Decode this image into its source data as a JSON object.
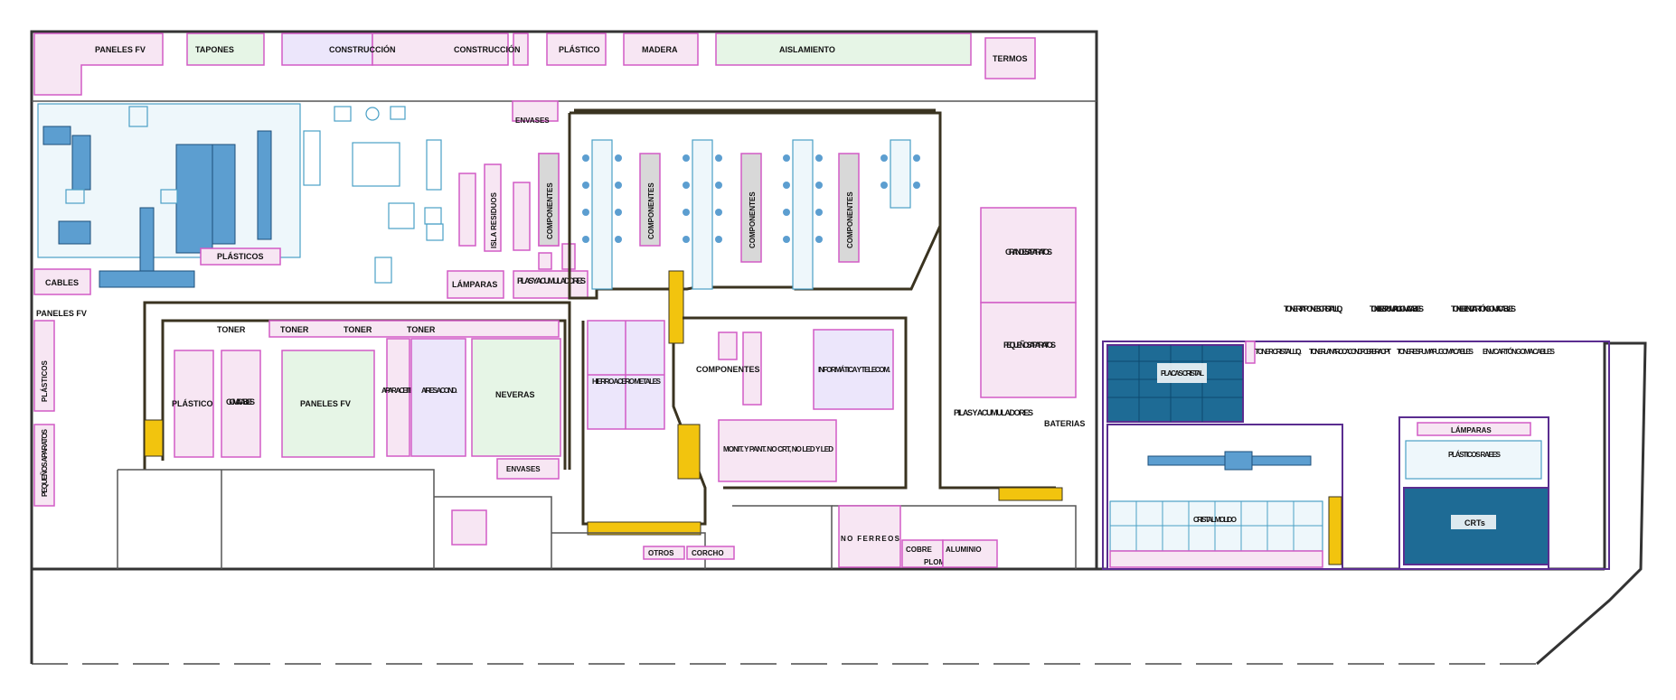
{
  "zones": {
    "top_row": [
      "PANELES FV",
      "TAPONES",
      "CONSTRUCCIÓN",
      "CONSTRUCCIÓN",
      "PLÁSTICO",
      "MADERA",
      "AISLAMIENTO",
      "TERMOS"
    ],
    "envases_top": "ENVASES",
    "plasticos_machine": "PLÁSTICOS",
    "cables": "CABLES",
    "paneles_fv_left": "PANELES FV",
    "plasticos_vertical": "PLÁSTICOS",
    "pequenos_aparatos_vertical": "PEQUEÑOS APARATOS",
    "lamparas": "LÁMPARAS",
    "isla_residuos": "ISLA RESIDUOS",
    "pilas_acumuladores": "PILAS Y ACUMULADORES",
    "componentes": "COMPONENTES",
    "toner": "TONER",
    "plastico": "PLÁSTICO",
    "goma_cables": "GOMA CABLES",
    "paneles_fv_center": "PANELES FV",
    "apar_aceite": "APAR. ACEITE",
    "aires_acond": "AIRES ACOND.",
    "neveras": "NEVERAS",
    "envases_center": "ENVASES",
    "hierro_acero": "HIERRO ACERO METALES",
    "informatica": "INFORMÁTICA Y TELECOM.",
    "monitores": "MONIT. Y PANT. NO CRT, NO LED Y LED",
    "grandes_aparatos": "GRANDES APARATOS",
    "pequenos_aparatos": "PEQUEÑOS APARATOS",
    "pilas_right": "PILAS Y ACUMULADORES",
    "baterias": "BATERIAS",
    "otros": "OTROS",
    "corcho": "CORCHO",
    "no_ferreos": "NO FERREOS",
    "cobre": "COBRE",
    "aluminio": "ALUMINIO",
    "plomo": "PLOMO"
  },
  "annex": {
    "top_labels": [
      "TONER TAPONES CRISTAL LIQ.",
      "TONER ESPUMA PU GOMA CABLES",
      "TONER ENV. CARTÓN GOMA CABLES"
    ],
    "strip_labels": [
      "TONER CRISTAL LIQ.",
      "TONER LANA ROCA COND. PCB FIBRA OPT.",
      "TONER ESPUMA PU GOMA CABLES",
      "ENV. CARTÓN GOMA CABLES"
    ],
    "placas_cristal": "PLACAS CRISTAL",
    "cristal_molido": "CRISTAL MOLIDO",
    "lamparas": "LÁMPARAS",
    "plasticos_rae": "PLÁSTICOS RAEES",
    "crts": "CRTs"
  },
  "colors": {
    "zone_border": "#d25bc6",
    "glass_dark": "#1e6b95",
    "hazard": "#f2c40e",
    "wall": "#333333"
  }
}
